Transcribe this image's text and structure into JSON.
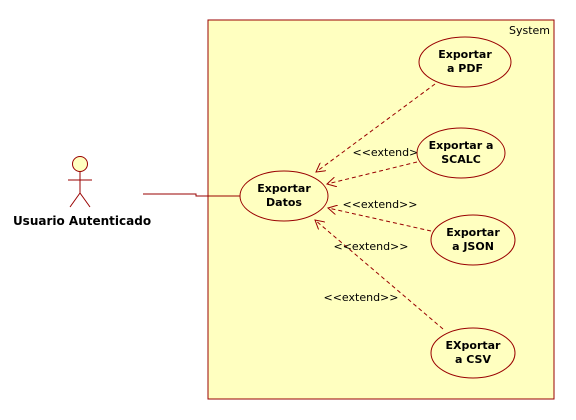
{
  "diagram": {
    "type": "use-case",
    "system": {
      "title": "System"
    },
    "actor": {
      "name": "Usuario Autenticado"
    },
    "use_cases": {
      "main": {
        "line1": "Exportar",
        "line2": "Datos"
      },
      "pdf": {
        "line1": "Exportar",
        "line2": "a PDF"
      },
      "scalc": {
        "line1": "Exportar a",
        "line2": "SCALC"
      },
      "json": {
        "line1": "Exportar",
        "line2": "a JSON"
      },
      "csv": {
        "line1": "EXportar",
        "line2": "a CSV"
      }
    },
    "relations": {
      "extend_scalc": "<<extend>>",
      "extend_json": "<<extend>>",
      "extend_csv_1": "<<extend>>",
      "extend_csv_2": "<<extend>>"
    },
    "colors": {
      "fill": "#FFFFC0",
      "stroke": "#990000",
      "text": "#000000"
    }
  }
}
